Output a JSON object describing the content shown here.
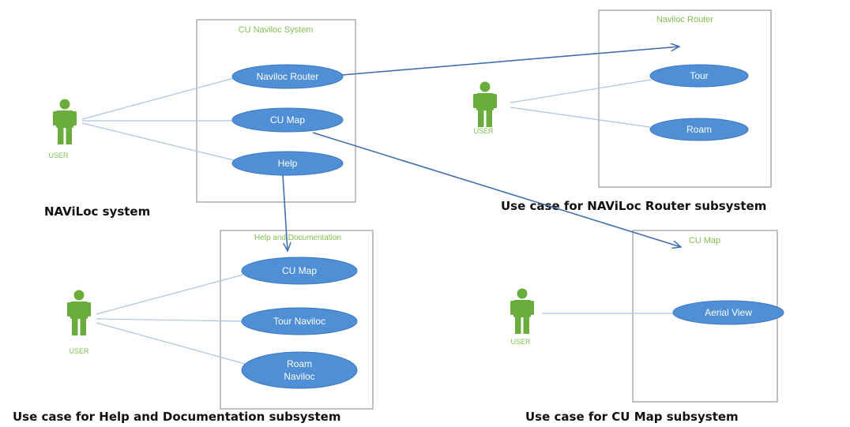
{
  "diagram": {
    "colors": {
      "use_case_fill": "#4f8fd6",
      "actor": "#6aad3c",
      "system_title": "#7fbf4d",
      "association": "#a9c4e4",
      "arrow": "#3f6fb0"
    },
    "main": {
      "system_title": "CU Naviloc System",
      "actor_label": "USER",
      "use_cases": [
        "Naviloc Router",
        "CU Map",
        "Help"
      ],
      "caption": "NAViLoc system"
    },
    "router": {
      "system_title": "Naviloc Router",
      "actor_label": "USER",
      "use_cases": [
        "Tour",
        "Roam"
      ],
      "caption": "Use case for NAViLoc Router subsystem"
    },
    "help": {
      "system_title": "Help and Documentation",
      "actor_label": "USER",
      "use_cases": [
        "CU Map",
        "Tour Naviloc",
        "Roam",
        "Naviloc"
      ],
      "caption": "Use case for Help and  Documentation  subsystem"
    },
    "map": {
      "system_title": "CU Map",
      "actor_label": "USER",
      "use_cases": [
        "Aerial View"
      ],
      "caption": "Use case for CU Map subsystem"
    }
  }
}
